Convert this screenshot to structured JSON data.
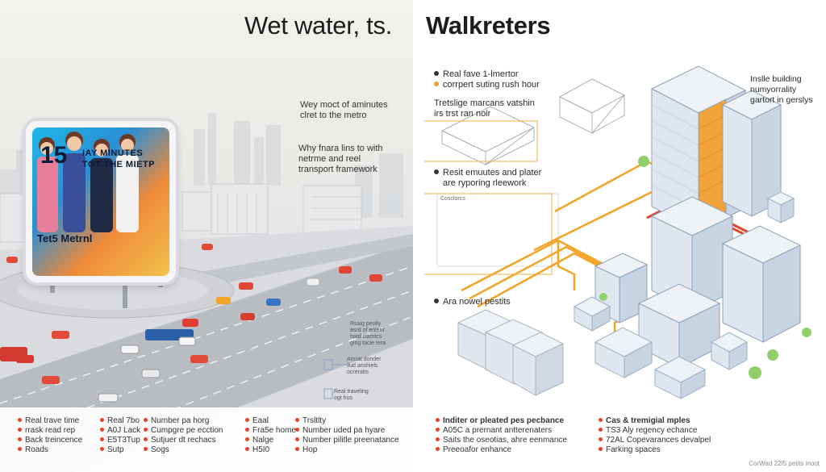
{
  "title": {
    "left": "Wet water, ts.",
    "right": "Walkreters"
  },
  "billboard": {
    "number": "15",
    "line1": "IAY MINUTES",
    "line2": "TOT THE MIETP",
    "bottom": "Tet5 Metrnl"
  },
  "left_captions": {
    "c1": [
      "Wey moct of aminutes",
      "clret to the metro"
    ],
    "c2": [
      "Why fnara lins to with",
      "netrme and reel",
      "transport framework"
    ]
  },
  "left_small_notes": {
    "n1": [
      "Rsaig peolly",
      "asrd of enlent",
      "hatd clamtcs",
      "ging tacie tera"
    ],
    "n2": [
      "Amrat donder",
      "ilud anshiels",
      "ocreralts"
    ],
    "n3": [
      "Real traveling",
      "ogt hus"
    ]
  },
  "right_top": {
    "bullet1": "Real fave 1-lmertor",
    "bullet2": "corrpert suting rush hour",
    "text1": [
      "Tretslige marcans vatshin",
      "irs trst ran noir"
    ],
    "text2": [
      "Resit emuutes and plater",
      "are ryporing rleework"
    ],
    "diagram_label": "Cosclorcs",
    "text3": "Ara nowel pestits",
    "corner": [
      "Inslle building",
      "numyorrality",
      "gartort in gerslys"
    ]
  },
  "left_legend": {
    "col1": [
      "Real trave time",
      "rrask read rep",
      "Back treincence",
      "Roads"
    ],
    "col2": [
      "Real 7bo",
      "A0J Lack",
      "E5T3Tup",
      "Sutp"
    ],
    "col3": [
      "Number pa horg",
      "Cumpgre pe ecction",
      "Sutjuer dt rechacs",
      "Sogs"
    ],
    "col4": [
      "Eaal",
      "Fra5e home",
      "Nalge",
      "H5I0"
    ],
    "col5": [
      "Trsltlty",
      "Number uded pa hyare",
      "Number pilitle preenatance",
      "Hop"
    ]
  },
  "right_legend": {
    "col1": [
      "Inditer or pleated pes pecbance",
      "A05C a prernant antterenaters",
      "Saits the oseotias, ahre eenmance",
      "Preeoafor enhance"
    ],
    "col2": [
      "Cas & tremigial mples",
      "TS3 Aly regency echance",
      "72AL Copevarances devalpel",
      "Farking spaces"
    ]
  },
  "footer": "CorWad 22I5 petits inoot",
  "colors": {
    "accent_orange": "#f29a1f",
    "accent_red": "#e2452b",
    "billboard_blue": "#1fb7e6"
  }
}
